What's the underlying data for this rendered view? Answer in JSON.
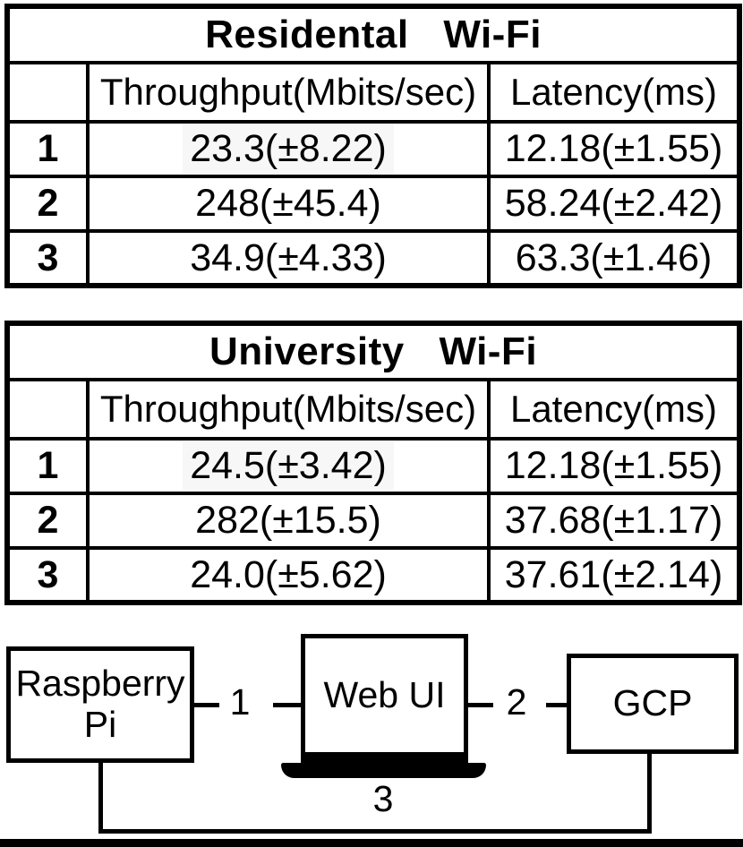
{
  "page": {
    "background": "#ffffff",
    "ink": "#000000",
    "highlight": "#f7f7f7"
  },
  "tables": [
    {
      "title": "Residental Wi-Fi",
      "columns": {
        "row": "",
        "throughput": "Throughput(Mbits/sec)",
        "latency": "Latency(ms)"
      },
      "rows": [
        {
          "num": "1",
          "throughput": "23.3(±8.22)",
          "latency": "12.18(±1.55)"
        },
        {
          "num": "2",
          "throughput": "248(±45.4)",
          "latency": "58.24(±2.42)"
        },
        {
          "num": "3",
          "throughput": "34.9(±4.33)",
          "latency": "63.3(±1.46)"
        }
      ]
    },
    {
      "title": "University Wi-Fi",
      "columns": {
        "row": "",
        "throughput": "Throughput(Mbits/sec)",
        "latency": "Latency(ms)"
      },
      "rows": [
        {
          "num": "1",
          "throughput": "24.5(±3.42)",
          "latency": "12.18(±1.55)"
        },
        {
          "num": "2",
          "throughput": "282(±15.5)",
          "latency": "37.68(±1.17)"
        },
        {
          "num": "3",
          "throughput": "24.0(±5.62)",
          "latency": "37.61(±2.14)"
        }
      ]
    }
  ],
  "diagram": {
    "nodes": {
      "raspberry_pi": "Raspberry Pi",
      "web_ui": "Web UI",
      "gcp": "GCP"
    },
    "links": {
      "link1": "1",
      "link2": "2",
      "link3": "3"
    }
  }
}
